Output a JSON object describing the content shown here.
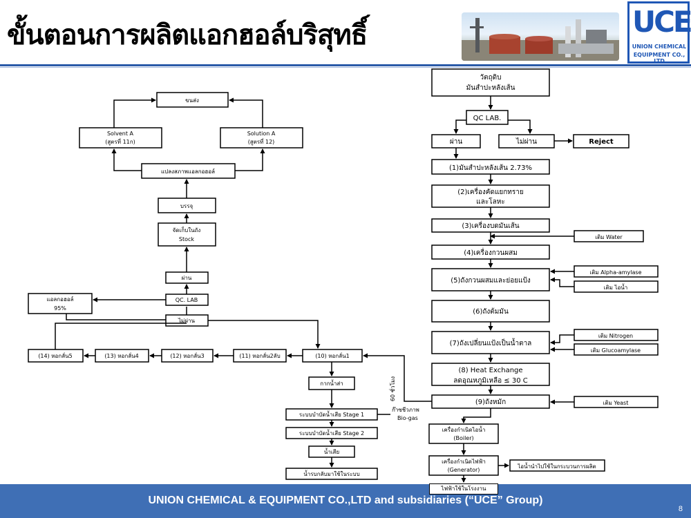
{
  "title": "ขั้นตอนการผลิตแอกฮอล์บริสุทธิ์",
  "logo": {
    "letters": "UCE",
    "line1": "UNION CHEMICAL",
    "line2": "EQUIPMENT CO., LTD"
  },
  "footer": {
    "company": "UNION CHEMICAL & EQUIPMENT CO.,LTD and subsidiaries (“UCE” Group)",
    "page_number": "8"
  },
  "right_flow": {
    "raw_material": [
      "วัตถุดิบ",
      "มันสำปะหลังเส้น"
    ],
    "qc_lab": "QC LAB.",
    "pass": "ผ่าน",
    "fail": "ไม่ผ่าน",
    "reject": "Reject",
    "step1": "(1)มันสำปะหลังเส้น 2.73%",
    "step2": [
      "(2)เครื่องคัดแยกทราย",
      "และโลหะ"
    ],
    "step3": "(3)เครื่องบดมันเส้น",
    "step4": "(4)เครื่องกวนผสม",
    "step5": "(5)ถังกวนผสมและย่อยแป้ง",
    "step6": "(6)ถังต้มมัน",
    "step7": "(7)ถังเปลี่ยนแป้งเป็นน้ำตาล",
    "step8": [
      "(8) Heat Exchange",
      "ลดอุณหภูมิเหลือ ≤ 30 C"
    ],
    "step9": "(9)ถังหมัก",
    "add_water": "เติม Water",
    "add_alpha": "เติม Alpha-amylase",
    "add_enzyme": "เติม ไอน้ำ",
    "add_nitrogen": "เติม Nitrogen",
    "add_gluco": "เติม Glucoamylase",
    "add_yeast": "เติม Yeast",
    "biogas": [
      "ก๊าซชีวภาพ",
      "Bio-gas"
    ],
    "hours": "60 ชั่วโมง",
    "boiler": [
      "เครื่องกำเนิดไอน้ำ",
      "(Boiler)"
    ],
    "generator": [
      "เครื่องกำเนิดไฟฟ้า",
      "(Generator)"
    ],
    "steam_use": "ไอน้ำนำไปใช้ในกระบวนการผลิต",
    "power_use": "ไฟฟ้าใช้ในโรงงาน"
  },
  "bottom_flow": {
    "col10": "(10) หอกลั่น1",
    "col11": "(11) หอกลั่น2ลับ",
    "col12": "(12) หอกลั่น3",
    "col13": "(13) หอกลั่น4",
    "col14": "(14) หอกลั่น5",
    "residue": "กากน้ำส่า",
    "ww1": "ระบบบำบัดน้ำเสีย Stage 1",
    "ww2": "ระบบบำบัดน้ำเสีย Stage 2",
    "wastewater": "น้ำเสีย",
    "reuse": "น้ำรบกลับมาใช้ในระบบ"
  },
  "left_flow": {
    "ship": "ขนส่ง",
    "solvent": [
      "Solvent A",
      "(สูตรที่ 11ก)"
    ],
    "solution": [
      "Solution A",
      "(สูตรที่ 12)"
    ],
    "convert": "แปลงสภาพแอลกอฮอล์",
    "pack": "บรรจุ",
    "stock": [
      "จัดเก็บในถัง",
      "Stock"
    ],
    "pass": "ผ่าน",
    "qc": "QC. LAB",
    "fail": "ไม่ผ่าน",
    "alcohol": [
      "แอลกอฮอล์",
      "95%"
    ]
  }
}
